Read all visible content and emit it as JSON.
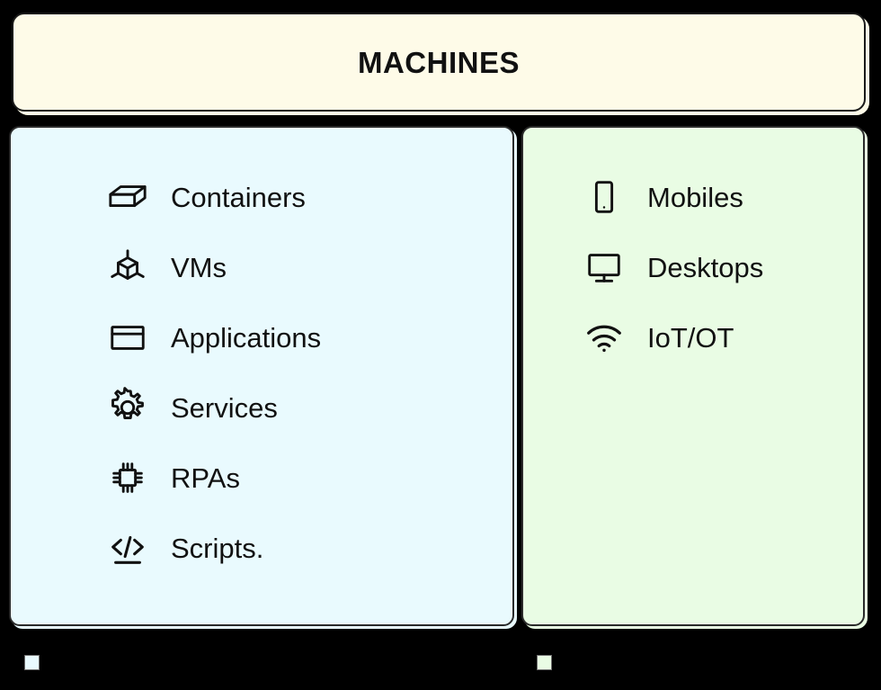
{
  "header": {
    "title": "MACHINES",
    "background_color": "#FEFBE8",
    "border_color": "#1a1a1a"
  },
  "panels": [
    {
      "id": "software-machines",
      "background_color": "#E9FAFE",
      "border_color": "#2b2b2b",
      "items": [
        {
          "label": "Containers",
          "icon": "box-3d-icon"
        },
        {
          "label": "VMs",
          "icon": "cube-nodes-icon"
        },
        {
          "label": "Applications",
          "icon": "window-frame-icon"
        },
        {
          "label": "Services",
          "icon": "gear-icon"
        },
        {
          "label": "RPAs",
          "icon": "cpu-chip-icon"
        },
        {
          "label": "Scripts.",
          "icon": "code-brackets-icon"
        }
      ]
    },
    {
      "id": "hardware-machines",
      "background_color": "#E9FCE4",
      "border_color": "#2b2b2b",
      "items": [
        {
          "label": "Mobiles",
          "icon": "mobile-phone-icon"
        },
        {
          "label": "Desktops",
          "icon": "desktop-monitor-icon"
        },
        {
          "label": "IoT/OT",
          "icon": "wifi-signal-icon"
        }
      ]
    }
  ],
  "legend": [
    {
      "id": "legend-software",
      "color": "#E9FAFE"
    },
    {
      "id": "legend-hardware",
      "color": "#E9FCE4"
    }
  ]
}
